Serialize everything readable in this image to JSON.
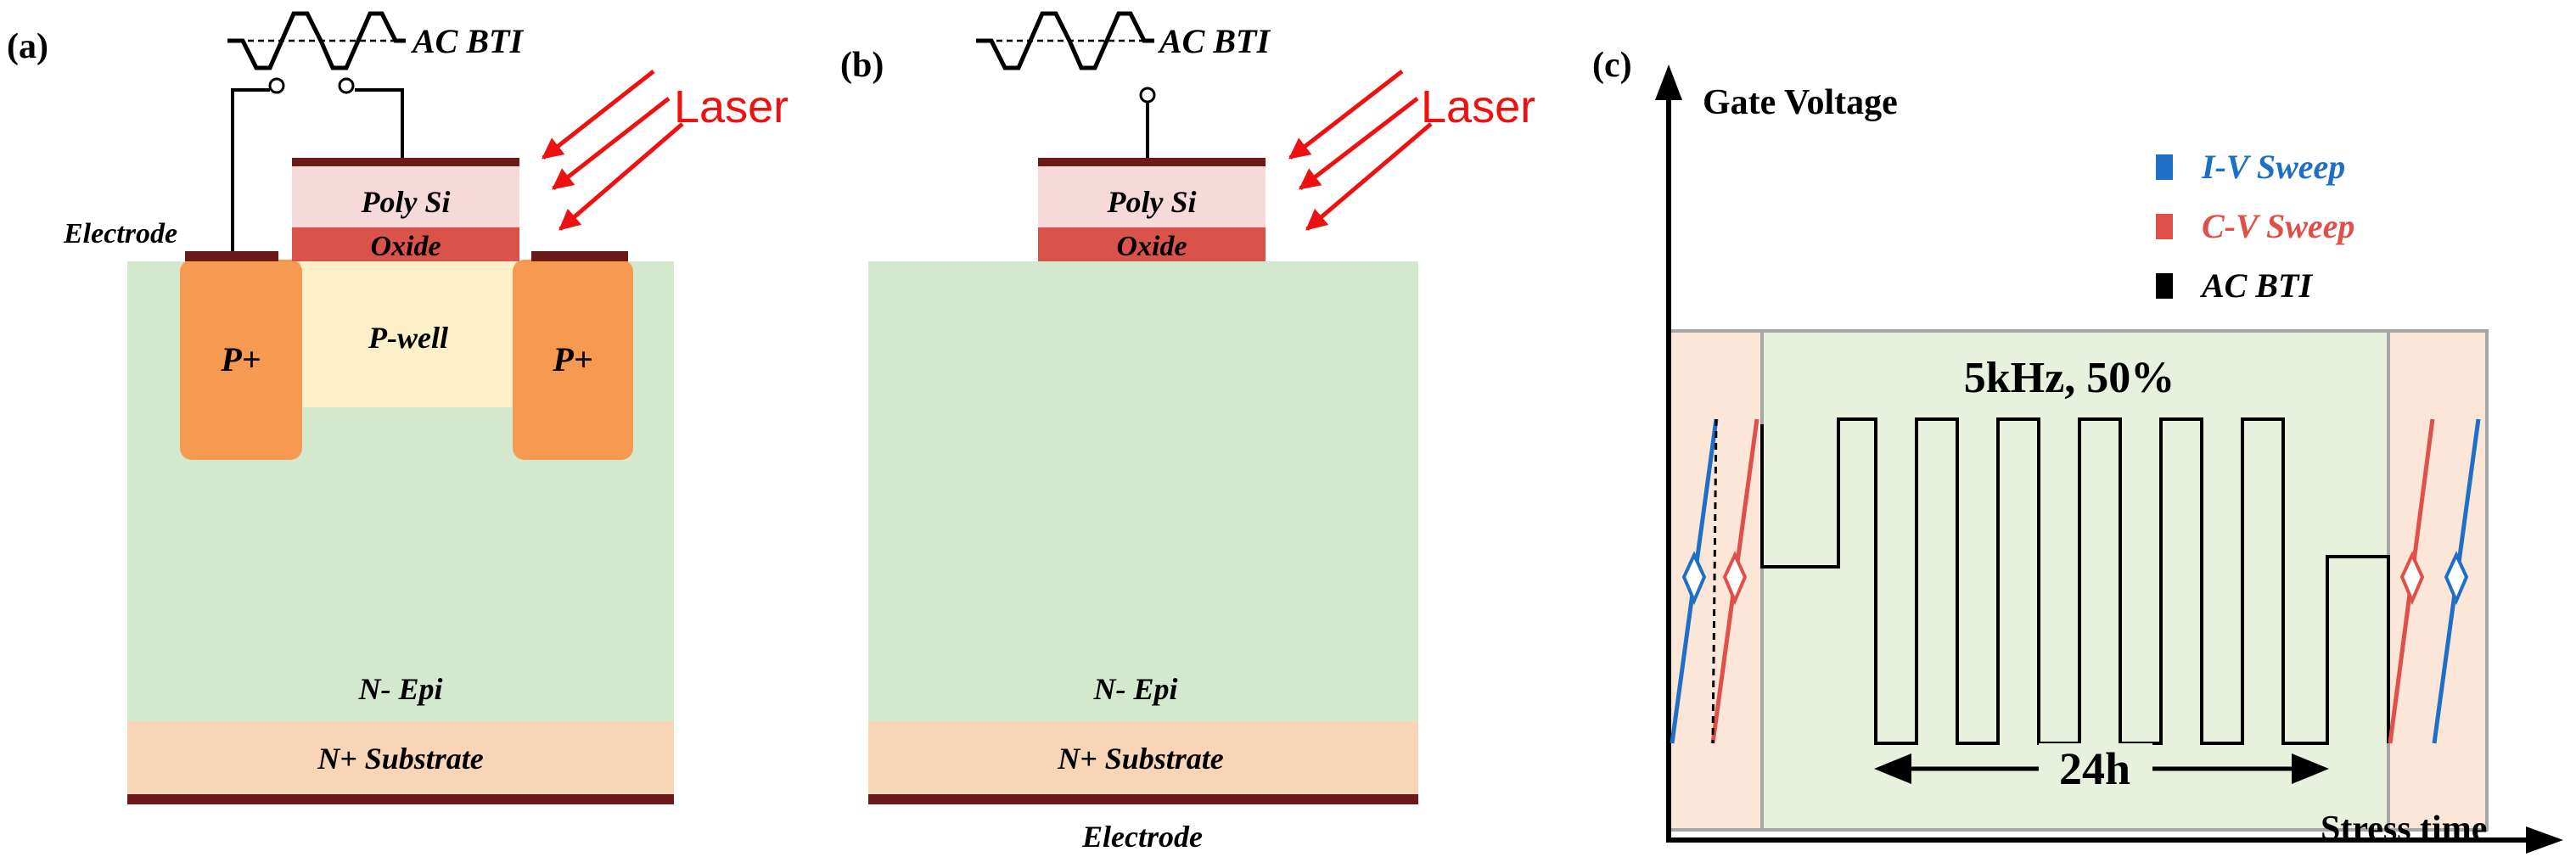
{
  "colors": {
    "epi": "#d3e8cc",
    "substrate": "#f9d5b8",
    "electrode": "#6b1a1a",
    "poly_si": "#f6d9d9",
    "oxide": "#d9534a",
    "p_plus": "#f69a52",
    "p_well": "#fdf0c8",
    "laser": "#ee1111",
    "iv_sweep": "#1f6fc6",
    "cv_sweep": "#e0504a",
    "ac_bti": "#000000",
    "measure_region": "#fbe6d8",
    "stress_region": "#e7f1dd",
    "frame": "#a6a6a6"
  },
  "panel_a": {
    "label": "(a)",
    "ac_bti": "AC BTI",
    "laser": "Laser",
    "poly_si": "Poly Si",
    "oxide": "Oxide",
    "electrode": "Electrode",
    "p_plus_left": "P+",
    "p_plus_right": "P+",
    "p_well": "P-well",
    "n_epi": "N- Epi",
    "n_substrate": "N+ Substrate"
  },
  "panel_b": {
    "label": "(b)",
    "ac_bti": "AC BTI",
    "laser": "Laser",
    "poly_si": "Poly Si",
    "oxide": "Oxide",
    "n_epi": "N- Epi",
    "n_substrate": "N+ Substrate",
    "electrode": "Electrode"
  },
  "panel_c": {
    "label": "(c)",
    "y_axis": "Gate Voltage",
    "x_axis": "Stress time",
    "legend": [
      {
        "label": "I-V Sweep",
        "color": "#1f6fc6"
      },
      {
        "label": "C-V Sweep",
        "color": "#e0504a"
      },
      {
        "label": "AC BTI",
        "color": "#000000"
      }
    ],
    "frequency_label": "5kHz, 50%",
    "duration_label": "24h"
  }
}
